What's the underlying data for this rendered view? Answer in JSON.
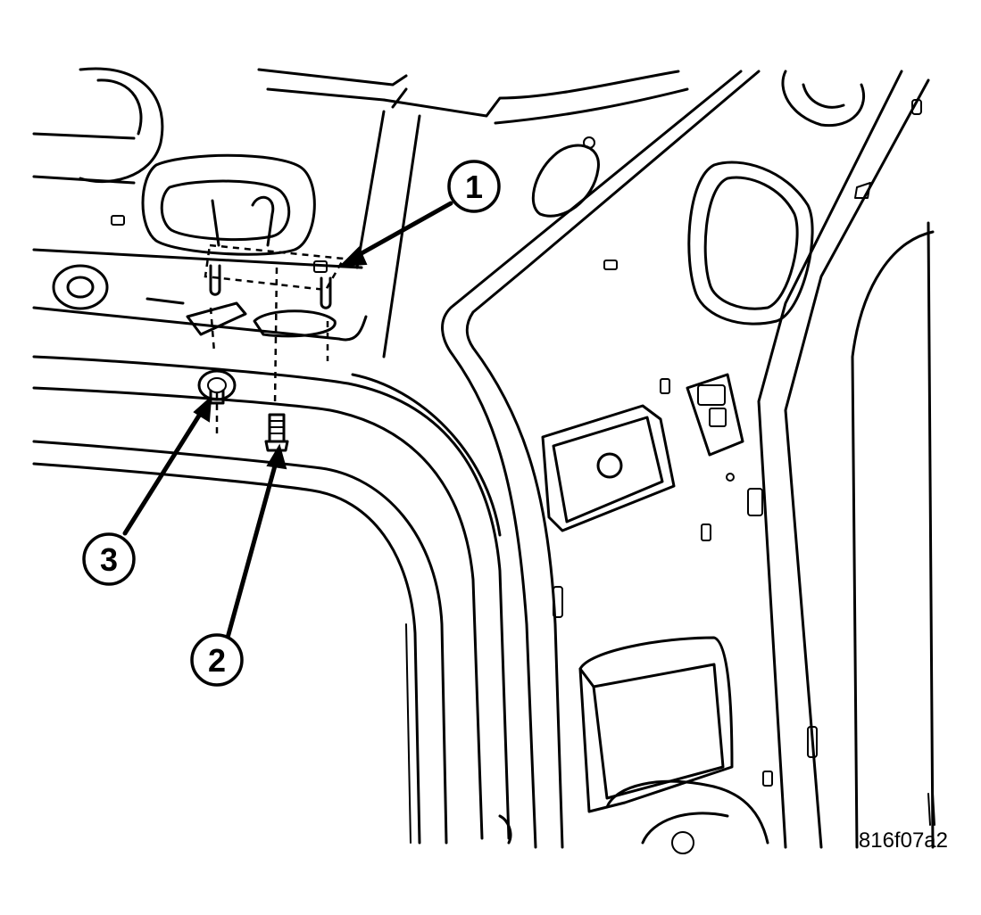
{
  "callouts": [
    {
      "number": "1",
      "target": "mounting-bracket"
    },
    {
      "number": "2",
      "target": "screw"
    },
    {
      "number": "3",
      "target": "clip"
    }
  ],
  "figure_id": "816f07a2"
}
